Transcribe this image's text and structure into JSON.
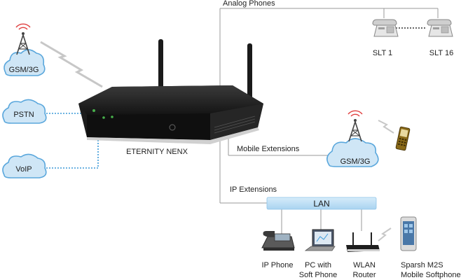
{
  "diagram": {
    "clouds": {
      "gsm_left": "GSM/3G",
      "pstn": "PSTN",
      "voip": "VoIP",
      "gsm_right": "GSM/3G"
    },
    "device_label": "ETERNITY NENX",
    "analog_phones_label": "Analog Phones",
    "slt_first": "SLT 1",
    "slt_last": "SLT 16",
    "mobile_extensions_label": "Mobile Extensions",
    "ip_extensions_label": "IP Extensions",
    "lan_label": "LAN",
    "ip_phone": "IP Phone",
    "pc_softphone": [
      "PC with",
      "Soft Phone"
    ],
    "wlan_router": [
      "WLAN",
      "Router"
    ],
    "sparsh": [
      "Sparsh M2S",
      "Mobile Softphone"
    ],
    "colors": {
      "cloud_fill": "#cfe6f6",
      "cloud_stroke": "#5aa7dc",
      "dotted_link": "#3b9ad9",
      "lan_bar": "#b9dcf3",
      "line_gray": "#9a9a9a"
    }
  }
}
